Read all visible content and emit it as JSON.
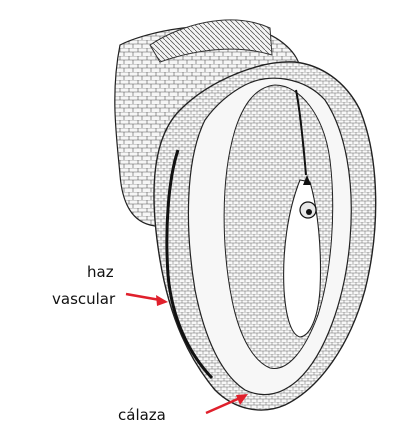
{
  "labels": {
    "vascular_bundle": {
      "line1": "haz",
      "line2": "vascular"
    },
    "chalaza": "cálaza"
  },
  "colors": {
    "ink": "#111111",
    "tissue_fill": "#f4f4f4",
    "arrow": "#e0202c",
    "background": "#ffffff"
  }
}
